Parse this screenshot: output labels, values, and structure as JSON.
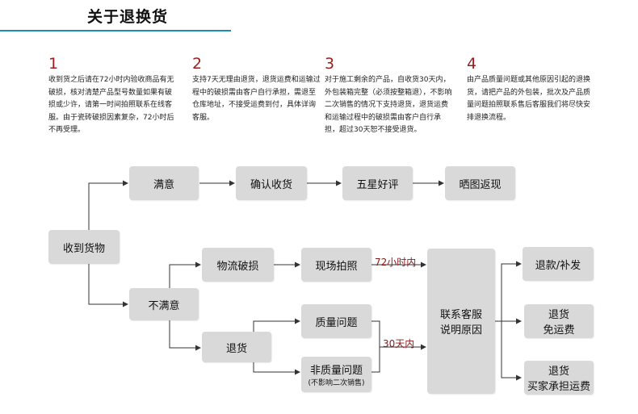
{
  "header": {
    "title": "关于退换货"
  },
  "steps": [
    {
      "num": "1",
      "text": "收到货之后请在72小时内验收商品有无破损，核对清楚产品型号数量如果有破损或少许，请第一时间拍照联系在线客服。由于瓷砖破损因素复杂，72小时后不再受理。"
    },
    {
      "num": "2",
      "text": "支持7天无理由退货，退货运费和运输过程中的破损需由客户自行承担，需退至仓库地址，不接受运费到付，具体详询客服。"
    },
    {
      "num": "3",
      "text": "对于施工剩余的产品，自收货30天内，外包装箱完整（必须按整箱退），不影响二次销售的情况下支持退货，退货运费和运输过程中的破损需由客户自行承担，超过30天恕不接受退货。"
    },
    {
      "num": "4",
      "text": "由产品质量问题或其他原因引起的退换货，请把产品的外包装，批次及产品质量问题拍照联系售后客服我们将尽快安排退换流程。"
    }
  ],
  "flow": {
    "receive": "收到货物",
    "satisfied": "满意",
    "confirm": "确认收货",
    "five_star": "五星好评",
    "show_pics": "晒图返现",
    "unsatisfied": "不满意",
    "damage": "物流破损",
    "photo": "现场拍照",
    "return": "退货",
    "quality": "质量问题",
    "nonquality": "非质量问题",
    "nonquality_note": "(不影响二次销售)",
    "contact_1": "联系客服",
    "contact_2": "说明原因",
    "refund": "退款/补发",
    "free_1": "退货",
    "free_2": "免运费",
    "buyer_1": "退货",
    "buyer_2": "买家承担运费",
    "label_72h": "72小时内",
    "label_30d": "30天内"
  },
  "colors": {
    "accent_line": "#1a8fb5",
    "number": "#9a1f1f",
    "box": "#d9d9d9",
    "tag": "#8b1a1a"
  }
}
